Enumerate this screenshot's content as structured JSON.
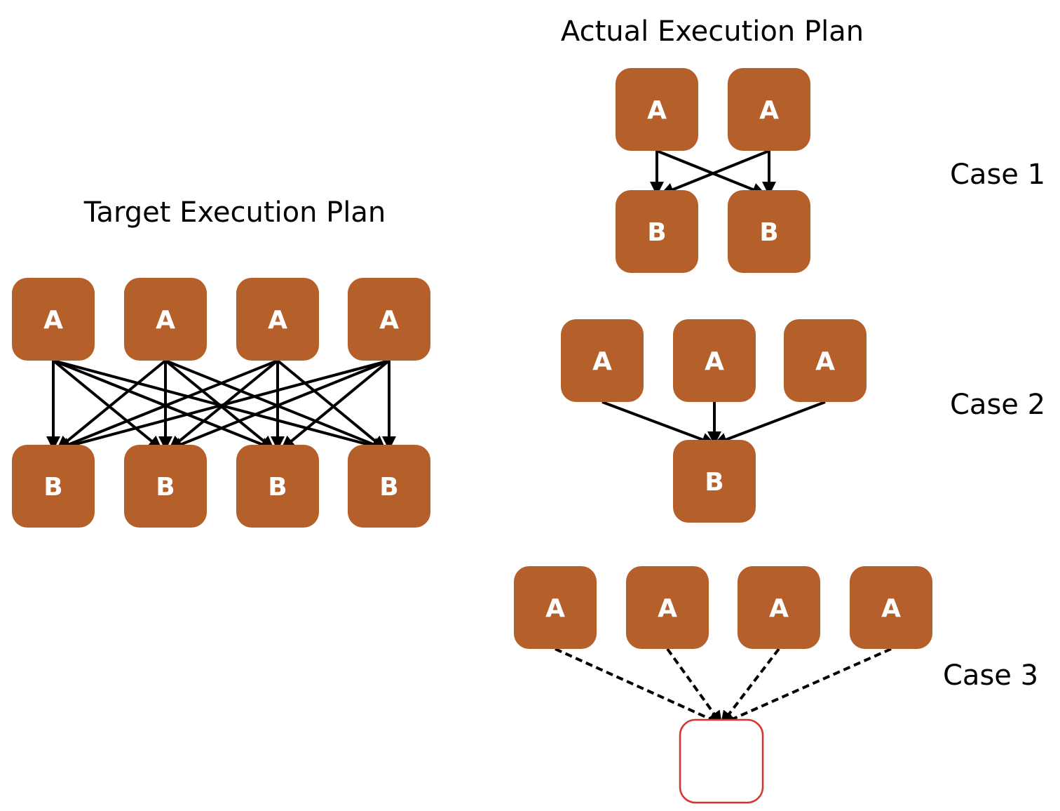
{
  "colors": {
    "node_fill": "#B5602B",
    "node_text": "#FFFFFF",
    "edge": "#000000",
    "missing_node_border": "#D9342B"
  },
  "target_plan": {
    "title": "Target Execution Plan",
    "sources": [
      "A",
      "A",
      "A",
      "A"
    ],
    "targets": [
      "B",
      "B",
      "B",
      "B"
    ],
    "edge_style": "solid",
    "connectivity": "all-to-all"
  },
  "actual_plan": {
    "title": "Actual Execution Plan",
    "cases": [
      {
        "label": "Case 1",
        "sources": [
          "A",
          "A"
        ],
        "targets": [
          "B",
          "B"
        ],
        "edge_style": "solid",
        "connectivity": "all-to-all"
      },
      {
        "label": "Case 2",
        "sources": [
          "A",
          "A",
          "A"
        ],
        "targets": [
          "B"
        ],
        "edge_style": "solid",
        "connectivity": "all-to-all"
      },
      {
        "label": "Case 3",
        "sources": [
          "A",
          "A",
          "A",
          "A"
        ],
        "targets": [
          ""
        ],
        "edge_style": "dashed",
        "connectivity": "all-to-all",
        "target_missing": true
      }
    ]
  }
}
